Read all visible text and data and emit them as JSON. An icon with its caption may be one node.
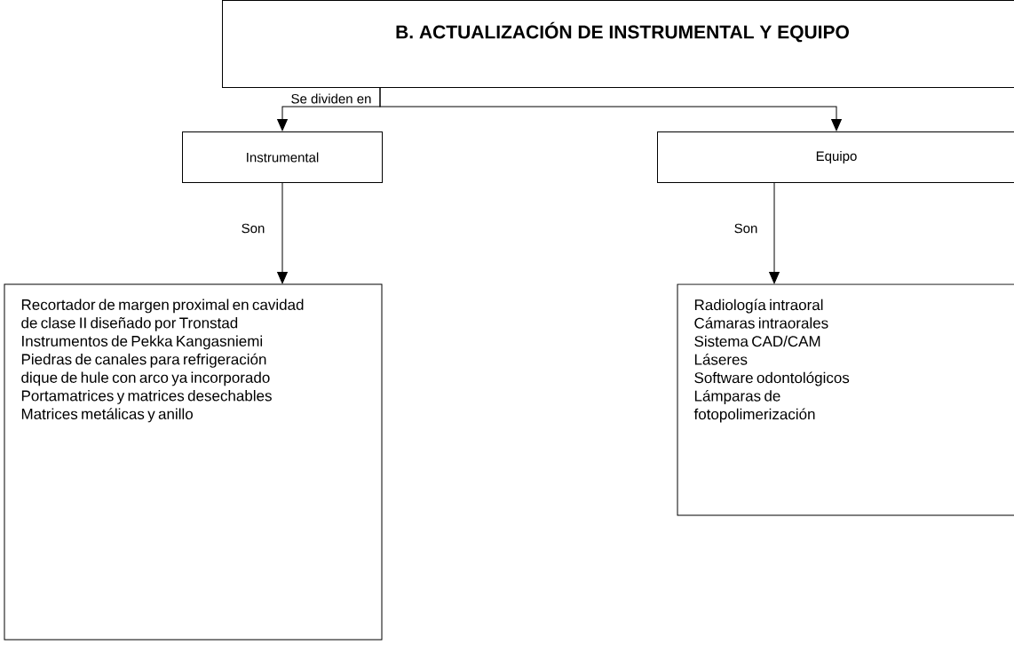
{
  "diagram": {
    "nodes": [
      {
        "text": [
          "B. ACTUALIZACIÓN DE INSTRUMENTAL Y EQUIPO"
        ]
      },
      {
        "text": [
          "Instrumental"
        ]
      },
      {
        "text": [
          "Equipo"
        ]
      },
      {
        "text": [
          "Recortador de margen proximal en cavidad de clase II diseñado por Tronstad",
          "Instrumentos de Pekka Kangasniemi",
          "Piedras de canales para refrigeración",
          "dique de hule con arco ya incorporado",
          "Portamatrices y matrices desechables",
          "Matrices metálicas y anillo"
        ]
      },
      {
        "text": [
          "Radiología intraoral",
          "Cámaras intraorales",
          "Sistema CAD/CAM",
          "Láseres",
          "Software odontológicos",
          "Lámparas de fotopolimerización"
        ]
      }
    ],
    "edges": [
      {
        "from": 0,
        "to": 1,
        "arrow": "to",
        "label": "Se dividen en"
      },
      {
        "from": 0,
        "to": 2,
        "arrow": "to"
      },
      {
        "from": 1,
        "to": 3,
        "arrow": "to",
        "label": "Son"
      },
      {
        "from": 2,
        "to": 4,
        "arrow": "to",
        "label": "Son"
      }
    ]
  }
}
